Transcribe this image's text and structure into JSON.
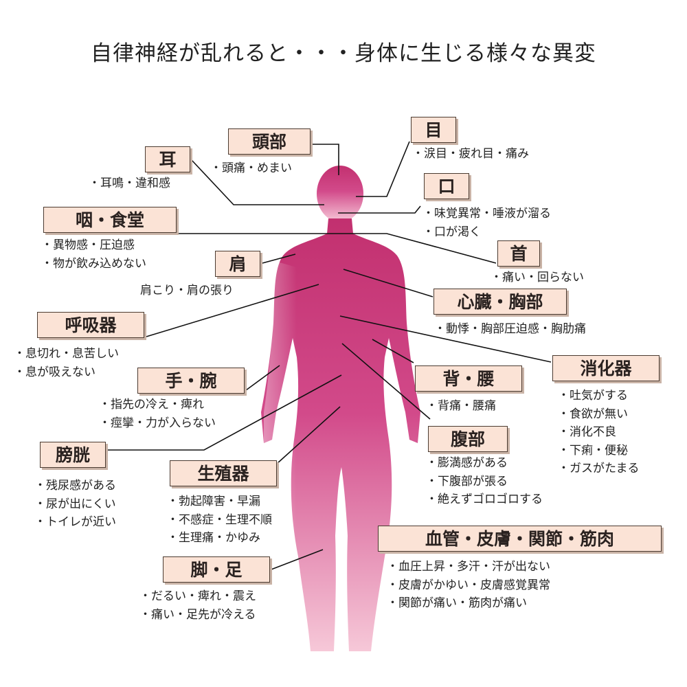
{
  "title": "自律神経が乱れると・・・身体に生じる様々な異変",
  "accent_color": "#c8367a",
  "label_bg": "#fbe3d6",
  "parts": {
    "head": {
      "label": "頭部",
      "symptoms": [
        "・頭痛・めまい"
      ]
    },
    "eye": {
      "label": "目",
      "symptoms": [
        "・涙目・疲れ目・痛み"
      ]
    },
    "ear": {
      "label": "耳",
      "symptoms": [
        "・耳鳴・違和感"
      ]
    },
    "mouth": {
      "label": "口",
      "symptoms": [
        "・味覚異常・唾液が溜る",
        "・口が渇く"
      ]
    },
    "throat": {
      "label": "咽・食堂",
      "symptoms": [
        "・異物感・圧迫感",
        "・物が飲み込めない"
      ]
    },
    "neck": {
      "label": "首",
      "symptoms": [
        "・痛い・回らない"
      ]
    },
    "shoulder": {
      "label": "肩",
      "symptoms": [
        "肩こり・肩の張り"
      ]
    },
    "heart": {
      "label": "心臓・胸部",
      "symptoms": [
        "・動悸・胸部圧迫感・胸肋痛"
      ]
    },
    "respiratory": {
      "label": "呼吸器",
      "symptoms": [
        "・息切れ・息苦しい",
        "・息が吸えない"
      ]
    },
    "digestive": {
      "label": "消化器",
      "symptoms": [
        "・吐気がする",
        "・食欲が無い",
        "・消化不良",
        "・下痢・便秘",
        "・ガスがたまる"
      ]
    },
    "hand": {
      "label": "手・腕",
      "symptoms": [
        "・指先の冷え・痺れ",
        "・痙攣・力が入らない"
      ]
    },
    "back": {
      "label": "背・腰",
      "symptoms": [
        "・背痛・腰痛"
      ]
    },
    "abdomen": {
      "label": "腹部",
      "symptoms": [
        "・膨満感がある",
        "・下腹部が張る",
        "・絶えずゴロゴロする"
      ]
    },
    "bladder": {
      "label": "膀胱",
      "symptoms": [
        "・残尿感がある",
        "・尿が出にくい",
        "・トイレが近い"
      ]
    },
    "genital": {
      "label": "生殖器",
      "symptoms": [
        "・勃起障害・早漏",
        "・不感症・生理不順",
        "・生理痛・かゆみ"
      ]
    },
    "vessels": {
      "label": "血管・皮膚・関節・筋肉",
      "symptoms": [
        "・血圧上昇・多汗・汗が出ない",
        "・皮膚がかゆい・皮膚感覚異常",
        "・関節が痛い・筋肉が痛い"
      ]
    },
    "legs": {
      "label": "脚・足",
      "symptoms": [
        "・だるい・痺れ・震え",
        "・痛い・足先が冷える"
      ]
    }
  }
}
